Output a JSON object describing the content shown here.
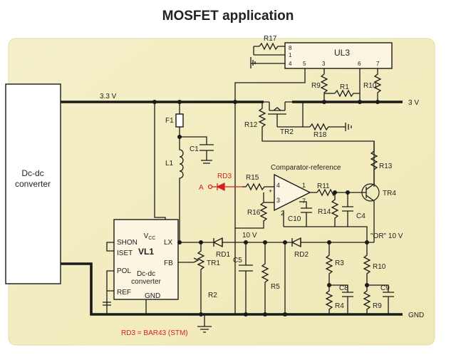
{
  "title": "MOSFET application",
  "colors": {
    "panel": "#f2edc1",
    "panel_edge": "#e3dba5",
    "wire": "#1a1a1a",
    "diode_red": "#d62020"
  },
  "blocks": {
    "dcdc_label": "Dc-dc converter",
    "ul3_label": "UL3",
    "ul3_pins_left": [
      "8",
      "1",
      "4"
    ],
    "ul3_pins_bottom": [
      "5",
      "3",
      "6",
      "7"
    ],
    "vl1_label": "VL1",
    "vl1_sub": "Dc-dc converter",
    "vl1_pins": [
      "SHON",
      "ISET",
      "POL",
      "REF"
    ],
    "vl1_vcc": "VCC",
    "vl1_lx": "LX",
    "vl1_fb": "FB",
    "vl1_gnd": "GND",
    "comparator_label": "Comparator-reference",
    "comp_pins": [
      "4",
      "3",
      "2",
      "1",
      "7"
    ],
    "comp_plus": "+",
    "comp_minus": "–"
  },
  "nets": {
    "v33": "3.3 V",
    "v3": "3 V",
    "v10": "10 V",
    "or10": "\"OR\" 10 V",
    "gnd": "GND",
    "node_a": "A"
  },
  "components": {
    "R17": "R17",
    "R9_top": "R9",
    "R1": "R1",
    "R10_top": "R10",
    "R12": "R12",
    "TR2": "TR2",
    "R18": "R18",
    "R13": "R13",
    "F1": "F1",
    "C1": "C1",
    "L1": "L1",
    "RD3": "RD3",
    "R15": "R15",
    "R11": "R11",
    "TR4": "TR4",
    "R16": "R16",
    "R14": "R14",
    "C4": "C4",
    "C10": "C10",
    "RD1": "RD1",
    "RD2": "RD2",
    "TR1": "TR1",
    "R2": "R2",
    "C5": "C5",
    "R5": "R5",
    "R3": "R3",
    "C8": "C8",
    "R4": "R4",
    "R10_bot": "R10",
    "C9": "C9",
    "R9_bot": "R9"
  },
  "footnote": "RD3 = BAR43 (STM)"
}
